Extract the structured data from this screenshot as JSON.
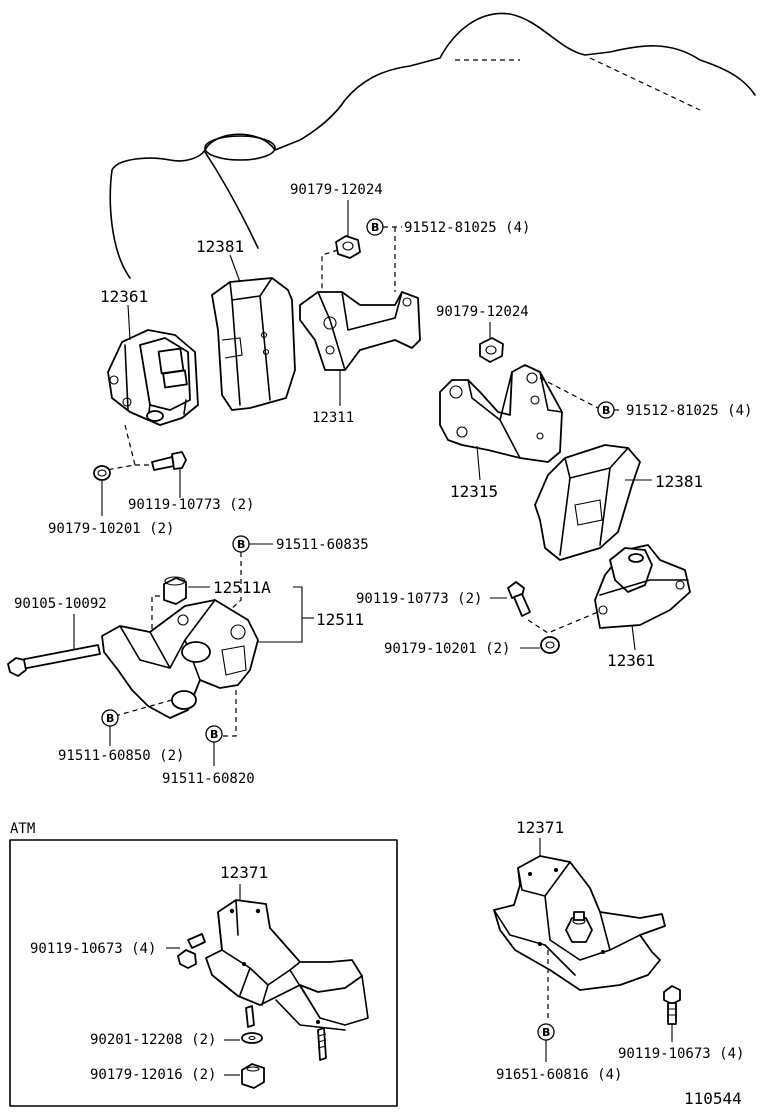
{
  "labels": {
    "p90179_12024_a": "90179-12024",
    "p91512_81025_a": "91512-81025 (4)",
    "p12381_a": "12381",
    "p12361_a": "12361",
    "p12311": "12311",
    "p90179_12024_b": "90179-12024",
    "p91512_81025_b": "91512-81025 (4)",
    "p12315": "12315",
    "p12381_b": "12381",
    "p90119_10773_a": "90119-10773 (2)",
    "p90179_10201_a": "90179-10201 (2)",
    "p91511_60835": "91511-60835",
    "p90105_10092": "90105-10092",
    "p12511a": "12511A",
    "p12511": "12511",
    "p90119_10773_b": "90119-10773 (2)",
    "p90179_10201_b": "90179-10201 (2)",
    "p12361_b": "12361",
    "p91511_60850": "91511-60850 (2)",
    "p91511_60820": "91511-60820",
    "atm": "ATM",
    "p12371_a": "12371",
    "p90119_10673_a": "90119-10673 (4)",
    "p90201_12208": "90201-12208 (2)",
    "p90179_12016": "90179-12016 (2)",
    "p12371_b": "12371",
    "p91651_60816": "91651-60816 (4)",
    "p90119_10673_b": "90119-10673 (4)",
    "figure_number": "110544"
  },
  "bolt_marker": "B"
}
